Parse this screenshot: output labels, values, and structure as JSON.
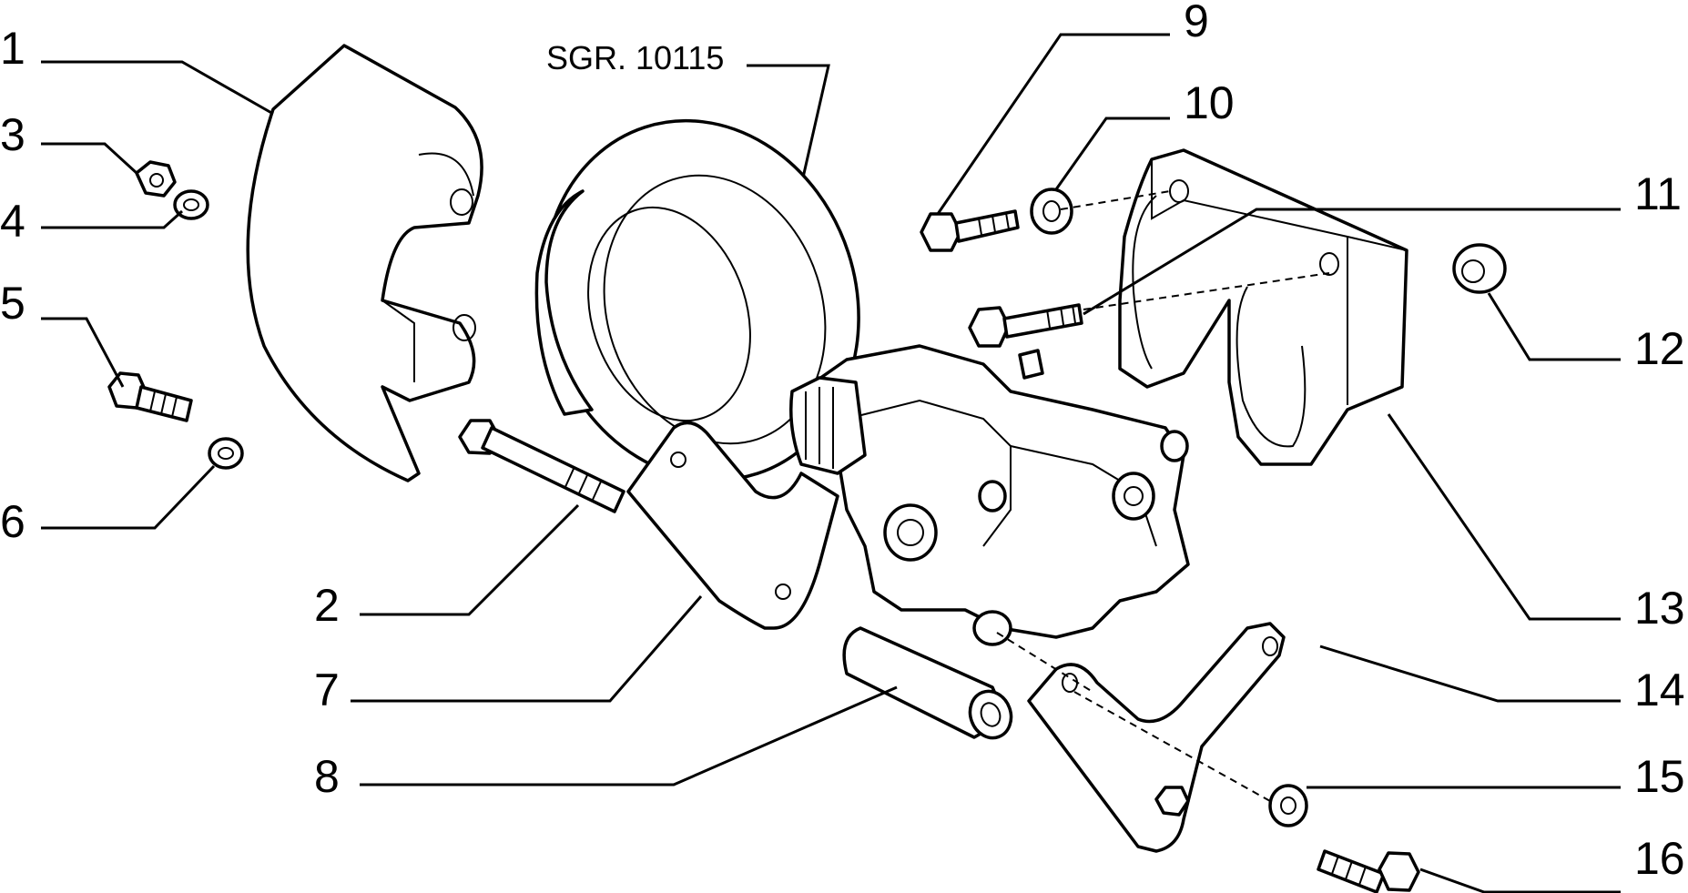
{
  "reference": "SGR. 10115",
  "callouts": {
    "c1": "1",
    "c2": "2",
    "c3": "3",
    "c4": "4",
    "c5": "5",
    "c6": "6",
    "c7": "7",
    "c8": "8",
    "c9": "9",
    "c10": "10",
    "c11": "11",
    "c12": "12",
    "c13": "13",
    "c14": "14",
    "c15": "15",
    "c16": "16"
  }
}
